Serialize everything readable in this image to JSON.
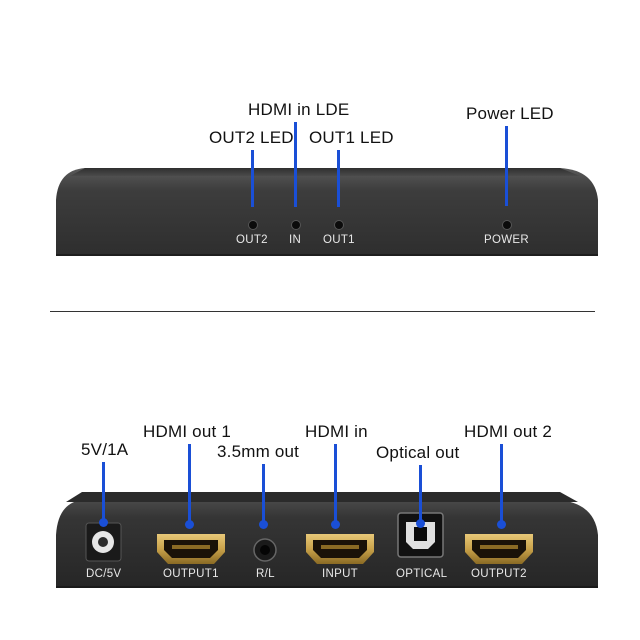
{
  "front_panel": {
    "callouts": {
      "hdmi_in_led": "HDMI in LDE",
      "out2_led": "OUT2 LED",
      "out1_led": "OUT1 LED",
      "power_led": "Power LED"
    },
    "silkscreen": {
      "out2": "OUT2",
      "in": "IN",
      "out1": "OUT1",
      "power": "POWER"
    }
  },
  "rear_panel": {
    "callouts": {
      "power_input": "5V/1A",
      "hdmi_out_1": "HDMI out 1",
      "audio_out": "3.5mm out",
      "hdmi_in": "HDMI in",
      "optical_out": "Optical out",
      "hdmi_out_2": "HDMI out 2"
    },
    "silkscreen": {
      "dc": "DC/5V",
      "output1": "OUTPUT1",
      "rl": "R/L",
      "input": "INPUT",
      "optical": "OPTICAL",
      "output2": "OUTPUT2"
    }
  },
  "colors": {
    "callout_line": "#1a4fd6",
    "device_body": "#3a3a3a",
    "hdmi_port_metal": "#c9a24a"
  }
}
